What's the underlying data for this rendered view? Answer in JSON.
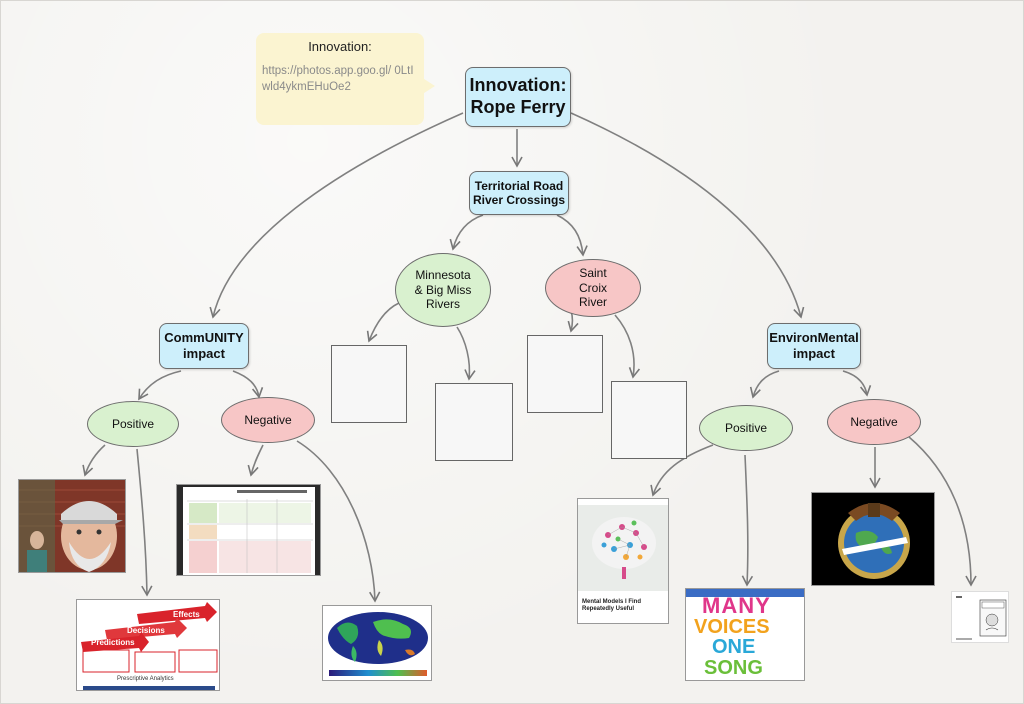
{
  "note": {
    "title": "Innovation:",
    "link": "https://photos.app.goo.gl/ 0LtIwld4ykmEHuOe2"
  },
  "nodes": {
    "root": "Innovation: Rope Ferry",
    "territorial": "Territorial Road River Crossings",
    "minnesota": "Minnesota & Big Miss Rivers",
    "saint_croix": "Saint Croix River",
    "community": "CommUNITY impact",
    "environmental": "EnvironMental impact",
    "community_positive": "Positive",
    "community_negative": "Negative",
    "env_positive": "Positive",
    "env_negative": "Negative"
  },
  "images": {
    "slide_effects": "Effects",
    "slide_decisions": "Decisions",
    "slide_predictions": "Predictions",
    "slide_footer": "Prescriptive Analytics",
    "brain_title": "Mental Models I Find Repeatedly Useful",
    "many_voices": [
      "MANY",
      "VOICES",
      "ONE",
      "SONG"
    ]
  },
  "colors": {
    "rect_fill": "#cdeffb",
    "green_fill": "#d9f1cf",
    "red_fill": "#f7c6c6",
    "note_fill": "#fbf4d1",
    "connector": "#777777"
  }
}
